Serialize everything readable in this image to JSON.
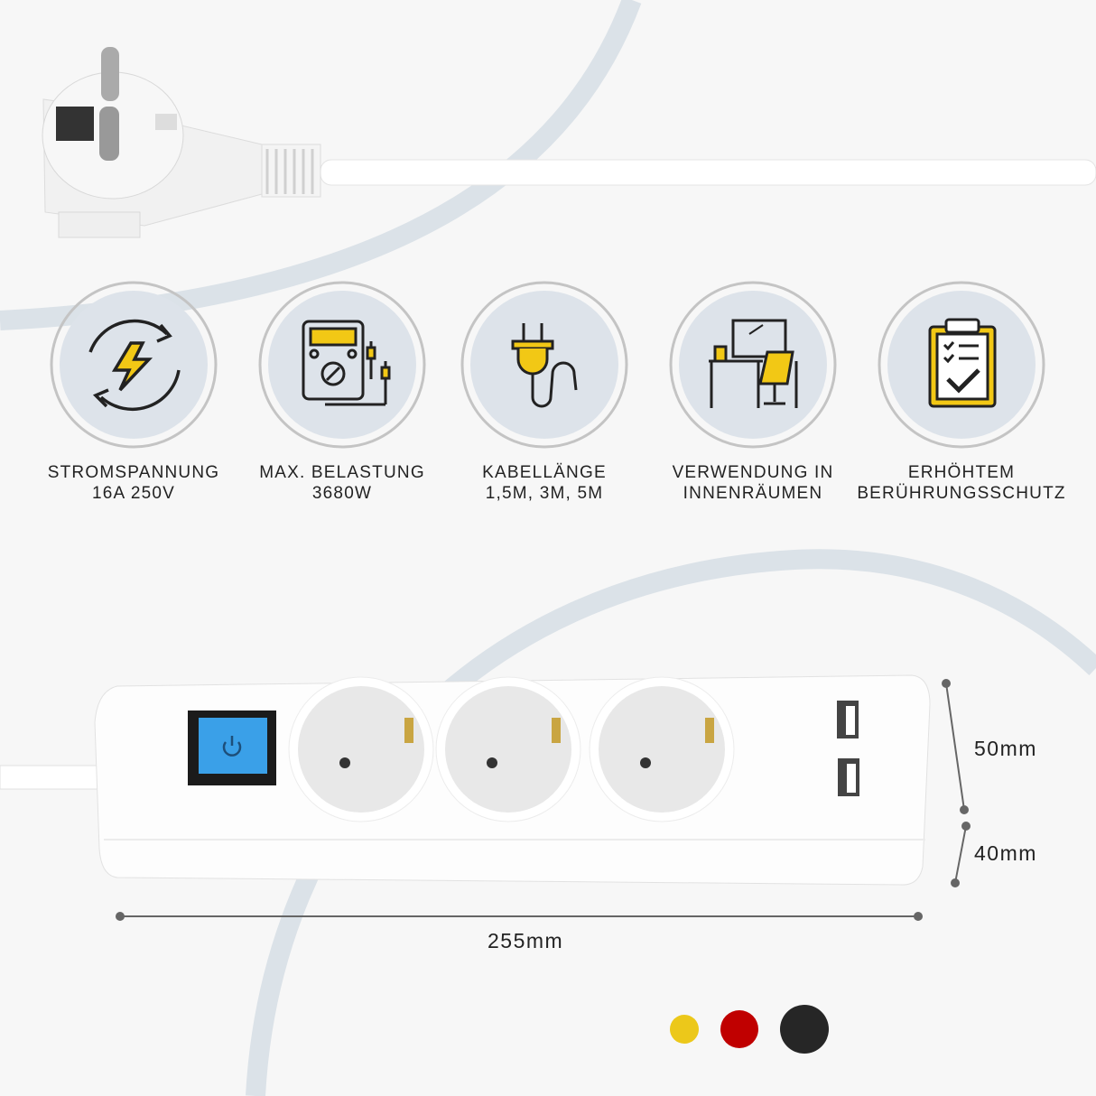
{
  "features": [
    {
      "icon": "voltage-cycle-icon",
      "line1": "STROMSPANNUNG",
      "line2": "16A 250V"
    },
    {
      "icon": "multimeter-icon",
      "line1": "MAX. BELASTUNG",
      "line2": "3680W"
    },
    {
      "icon": "plug-cable-icon",
      "line1": "KABELLÄNGE",
      "line2": "1,5M, 3M, 5M"
    },
    {
      "icon": "indoor-desk-icon",
      "line1": "VERWENDUNG IN",
      "line2": "INNENRÄUMEN"
    },
    {
      "icon": "clipboard-check-icon",
      "line1": "ERHÖHTEM",
      "line2": "BERÜHRUNGSSCHUTZ"
    }
  ],
  "dimensions": {
    "length": "255mm",
    "width": "50mm",
    "height": "40mm"
  },
  "color_options": [
    "#ecc81a",
    "#c00000",
    "#262626"
  ],
  "colors": {
    "accent": "#f2c815",
    "switch": "#3aa0e8",
    "circle_fill": "#dde3ea",
    "arc": "#d9e0e6"
  }
}
